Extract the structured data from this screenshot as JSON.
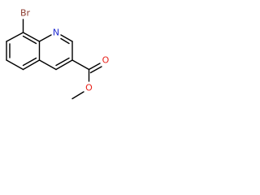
{
  "molecule": {
    "atoms": {
      "bromine": {
        "label": "Br",
        "color": "#8b3a2e"
      },
      "nitrogen": {
        "label": "N",
        "color": "#1f2bd1"
      },
      "carbonyl_oxygen": {
        "label": "O",
        "color": "#e8211a"
      },
      "ester_oxygen": {
        "label": "O",
        "color": "#e8211a"
      }
    },
    "bond_color": "#000000"
  }
}
